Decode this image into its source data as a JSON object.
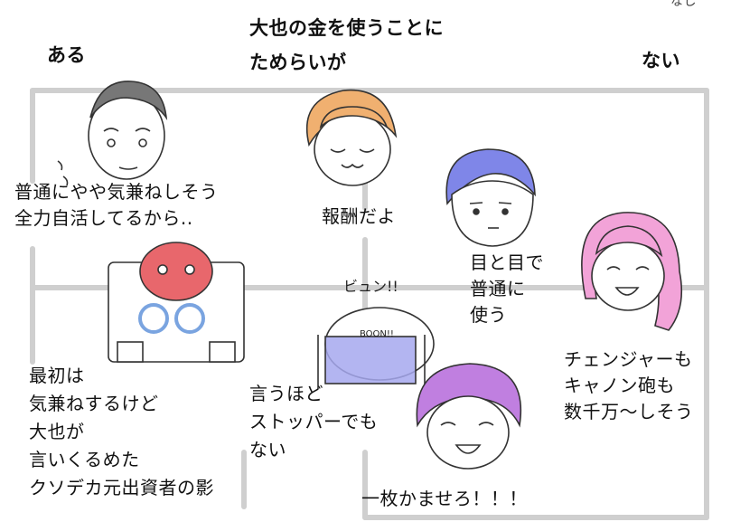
{
  "header": {
    "title_line1": "大也の金を使うことに",
    "title_line2": "ためらいが",
    "left_axis": "ある",
    "right_axis": "ない",
    "corner_scribble": "なし"
  },
  "colors": {
    "frame": "#cfcfcf",
    "orange_hair": "#f0b070",
    "blue_hair": "#7f86e8",
    "pink_hair": "#f2a3d8",
    "purple_hair": "#c07fe0",
    "robot_red": "#e8676c",
    "robot_blue": "#7aa4e0",
    "gray_hair": "#777777",
    "box_purple": "#a6a8ee"
  },
  "characters": [
    {
      "id": "gray",
      "caption": "普通にやや気兼ねしそう\n全力自活してるから.."
    },
    {
      "id": "orange",
      "caption": "報酬だよ"
    },
    {
      "id": "blue",
      "caption": "目と目で\n普通に\n使う"
    },
    {
      "id": "pink",
      "caption": "チェンジャーも\nキャノン砲も\n数千万〜しそう"
    },
    {
      "id": "robot",
      "caption": "最初は\n気兼ねするけど\n大也が\n言いくるめた\nクソデカ元出資者の影"
    },
    {
      "id": "box",
      "caption": "言うほど\nストッパーでも\nない",
      "sfx_top": "ビュン!!",
      "sfx_box": "BOON!!"
    },
    {
      "id": "purple",
      "caption": "一枚かませろ！！！"
    }
  ]
}
